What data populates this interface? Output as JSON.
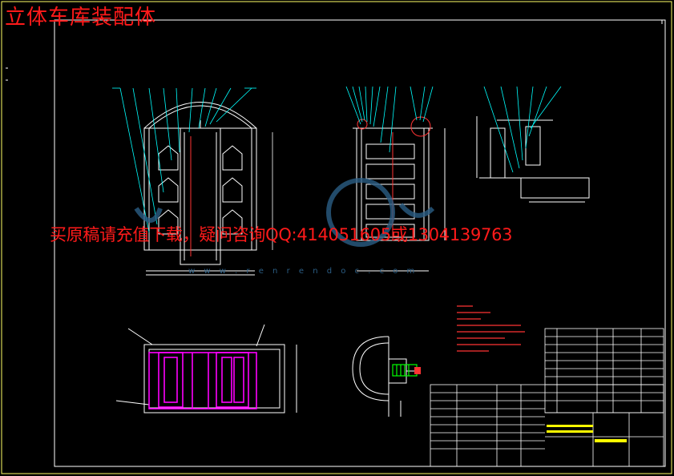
{
  "document": {
    "title": "立体车库装配体",
    "promo_text": "买原稿请充值下载，疑问咨询QQ:414051605或1304139763",
    "watermark_url": "w w w . r e n r e n d o c . c o m"
  },
  "colors": {
    "background": "#000000",
    "frame": "#ffff66",
    "drawing_lines": "#ffffff",
    "leader_lines": "#00ffff",
    "highlight": "#ff00ff",
    "red_text": "#ff1a1a",
    "dimension": "#00ff00"
  }
}
